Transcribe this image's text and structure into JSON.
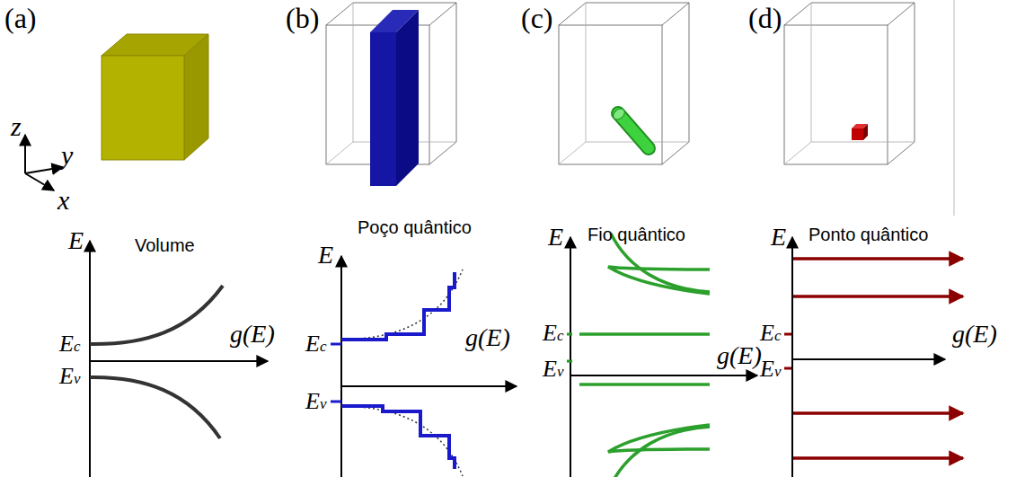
{
  "diagram": {
    "labels": [
      "(a)",
      "z",
      "y",
      "x",
      "Volume",
      "E",
      "Ec",
      "g(E)",
      "Ev",
      "(b)",
      "Poço quântico",
      "E",
      "g(E)",
      "Ec",
      "Ev",
      "(c)",
      "Fio quântico",
      "E",
      "Ec",
      "g(E)",
      "Ev",
      "(d)",
      "E",
      "Ponto quântico",
      "g(E)",
      "Ec",
      "Ev"
    ]
  }
}
